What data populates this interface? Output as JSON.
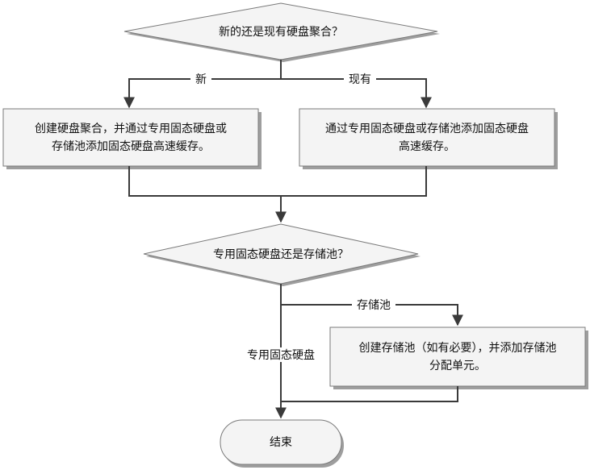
{
  "nodes": {
    "decision_new_or_existing": "新的还是现有硬盘聚合？",
    "process_create_pool": [
      "创建硬盘聚合，并通过专用固态硬盘或",
      "存储池添加固态硬盘高速缓存。"
    ],
    "process_existing_pool": [
      "通过专用固态硬盘或存储池添加固态硬盘",
      "高速缓存。"
    ],
    "decision_ssd_or_pool": "专用固态硬盘还是存储池？",
    "process_add_storage_pool": [
      "创建存储池（如有必要），并添加存储池",
      "分配单元。"
    ],
    "end": "结束"
  },
  "edges": {
    "label_new": "新",
    "label_existing": "现有",
    "label_storage_pool": "存储池",
    "label_dedicated_ssd": "专用固态硬盘"
  }
}
